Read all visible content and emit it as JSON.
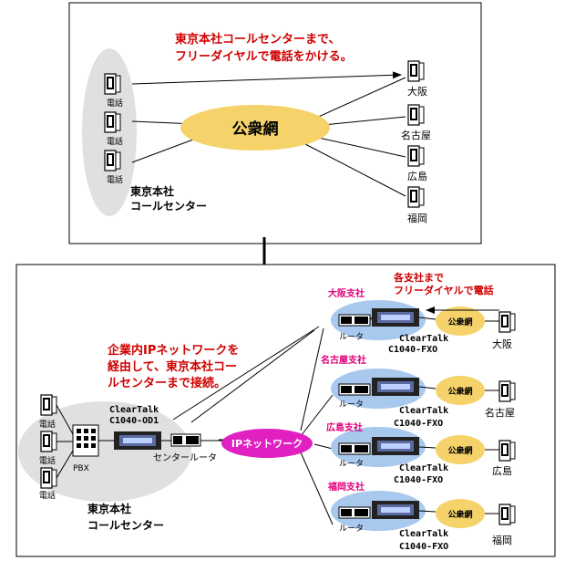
{
  "top": {
    "note_line1": "東京本社コールセンターまで、",
    "note_line2": "フリーダイヤルで電話をかける。",
    "cloud": "公衆網",
    "phone_label": "電話",
    "center_line1": "東京本社",
    "center_line2": "コールセンター",
    "cities": [
      "大阪",
      "名古屋",
      "広島",
      "福岡"
    ]
  },
  "bottom": {
    "note_right_line1": "各支社まで",
    "note_right_line2": "フリーダイヤルで電話",
    "note_left_line1": "企業内IPネットワークを",
    "note_left_line2": "経由して、東京本社コー",
    "note_left_line3": "ルセンターまで接続。",
    "phone_label": "電話",
    "pbx": "PBX",
    "center_device_line1": "ClearTalk",
    "center_device_line2": "C1040-OD1",
    "center_router": "センタールータ",
    "ip_network": "IPネットワーク",
    "center_line1": "東京本社",
    "center_line2": "コールセンター",
    "router": "ルータ",
    "branch_device_line1": "ClearTalk",
    "branch_device_line2": "C1040-FXO",
    "public_net": "公衆網",
    "branches": [
      {
        "name": "大阪支社",
        "city": "大阪"
      },
      {
        "name": "名古屋支社",
        "city": "名古屋"
      },
      {
        "name": "広島支社",
        "city": "広島"
      },
      {
        "name": "福岡支社",
        "city": "福岡"
      }
    ]
  },
  "colors": {
    "cloud_yellow": "#f5d36a",
    "ip_magenta": "#e020c0",
    "branch_blue": "#a8c8ee",
    "center_gray": "#e0e0e0",
    "note_red": "#d00000",
    "branch_label_magenta": "#e0007a"
  }
}
